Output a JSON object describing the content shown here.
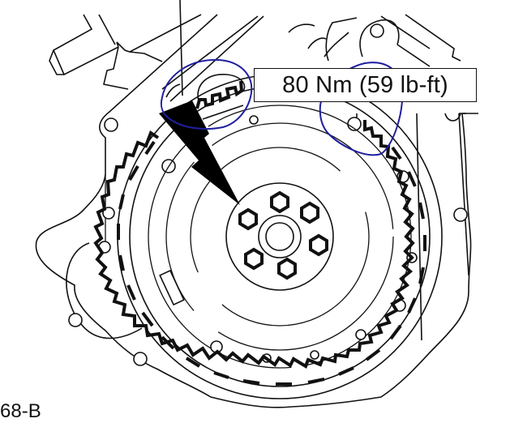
{
  "diagram": {
    "subject": "Flywheel installation with ring gear and six retaining bolts",
    "torque_callout": {
      "label": "80 Nm (59 lb-ft)"
    },
    "figure_id": "68-B",
    "annotations": {
      "ink_color": "#1f1fa0",
      "marks": [
        "hand-drawn circle around upper-left tooth detail",
        "hand-drawn circle around upper-right region"
      ]
    },
    "elements": {
      "arrow": "black arrow pointing to flywheel bolts",
      "bolt_count": 6,
      "line_color": "#111111",
      "background": "#ffffff"
    }
  }
}
